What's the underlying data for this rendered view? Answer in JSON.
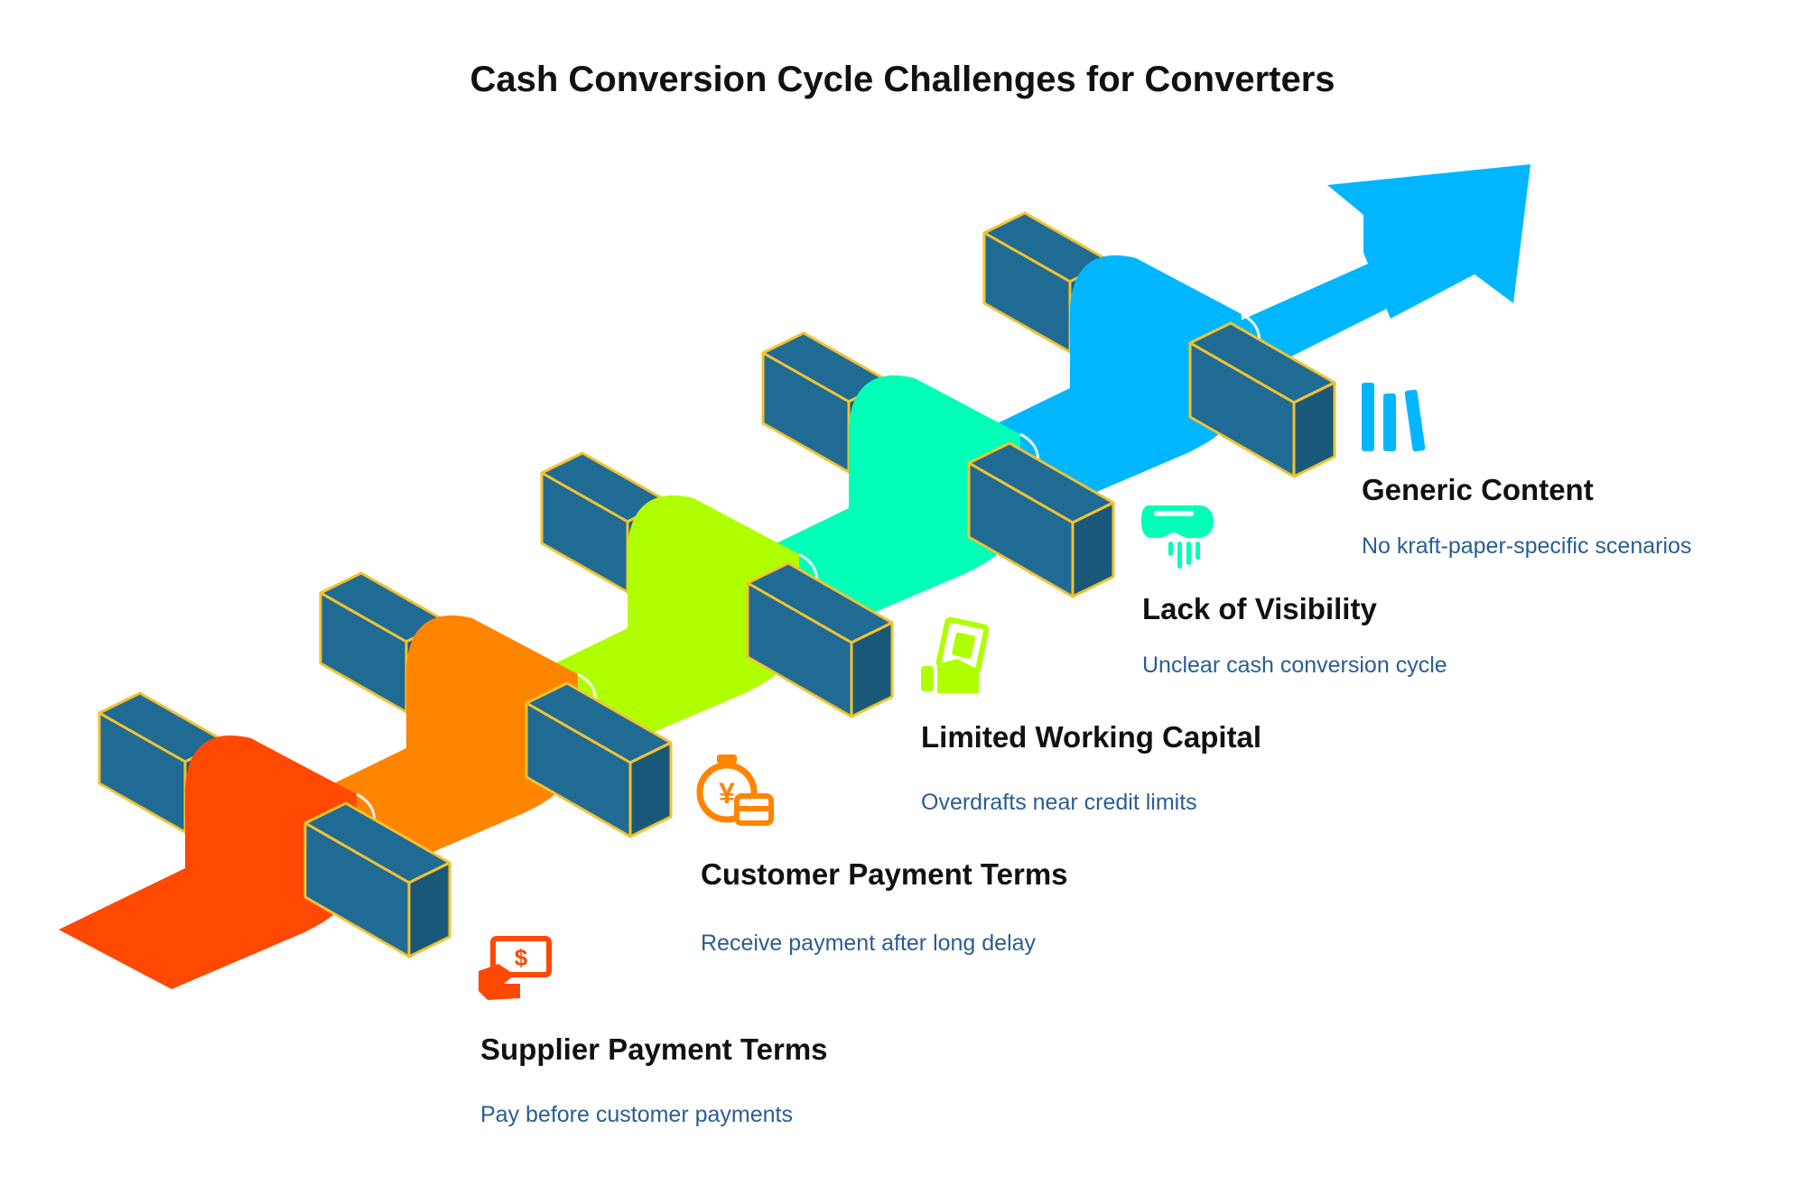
{
  "title": "Cash Conversion Cycle Challenges for Converters",
  "colors": {
    "block_fill": "#206b94",
    "block_outline": "#f2c230",
    "heading_text": "#111111",
    "description_text": "#2a5d93"
  },
  "steps": [
    {
      "title": "Supplier Payment Terms",
      "description": "Pay before customer payments",
      "color": "#ff4800",
      "icon": "hand-dollar-bill-icon"
    },
    {
      "title": "Customer Payment Terms",
      "description": "Receive payment after long delay",
      "color": "#ff8400",
      "icon": "yen-stopwatch-card-icon"
    },
    {
      "title": "Limited Working Capital",
      "description": "Overdrafts near credit limits",
      "color": "#b0ff00",
      "icon": "cash-in-hand-icon"
    },
    {
      "title": "Lack of Visibility",
      "description": "Unclear cash conversion cycle",
      "color": "#00ffb7",
      "icon": "vr-headset-sound-icon"
    },
    {
      "title": "Generic Content",
      "description": "No kraft-paper-specific scenarios",
      "color": "#00b7ff",
      "icon": "bar-chart-icon"
    }
  ]
}
